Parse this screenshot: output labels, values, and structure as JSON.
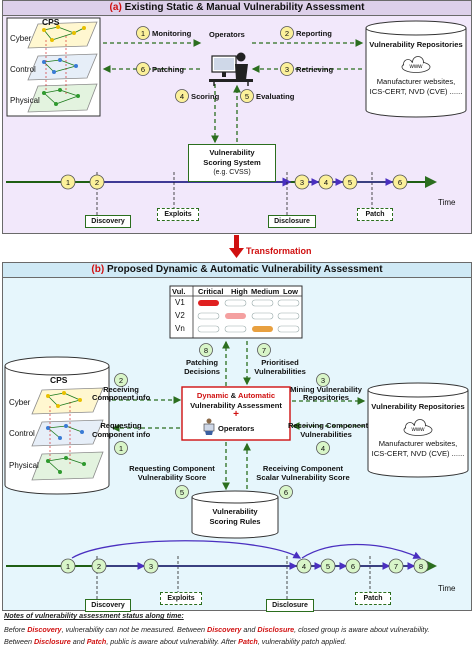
{
  "panel_a": {
    "title_prefix": "(a)",
    "title": "Existing Static & Manual Vulnerability Assessment",
    "cps_label": "CPS",
    "layers": [
      "Cyber",
      "Control",
      "Physical"
    ],
    "operators_label": "Operators",
    "steps": {
      "s1": "1",
      "s2": "2",
      "s3": "3",
      "s4": "4",
      "s5": "5",
      "s6": "6"
    },
    "monitoring": "Monitoring",
    "reporting": "Reporting",
    "patching": "Patching",
    "retrieving": "Retrieving",
    "scoring": "Scoring",
    "evaluating": "Evaluating",
    "repo_title": "Vulnerability Repositories",
    "www": "www",
    "repo_line1": "Manufacturer websites,",
    "repo_line2": "ICS-CERT, NVD (CVE) ......",
    "scoring_title_1": "Vulnerability",
    "scoring_title_2": "Scoring System",
    "scoring_sub": "(e.g. CVSS)",
    "time_label": "Time",
    "discovery": "Discovery",
    "exploits": "Exploits",
    "disclosure": "Disclosure",
    "patch": "Patch"
  },
  "transformation": "Transformation",
  "panel_b": {
    "title_prefix": "(b)",
    "title": "Proposed Dynamic & Automatic Vulnerability Assessment",
    "table": {
      "headers": [
        "Vul.",
        "Critical",
        "High",
        "Medium",
        "Low"
      ],
      "rows": [
        "V1",
        "V2",
        "Vn"
      ]
    },
    "cps_label": "CPS",
    "layers": [
      "Cyber",
      "Control",
      "Physical"
    ],
    "steps": {
      "s1": "1",
      "s2": "2",
      "s3": "3",
      "s4": "4",
      "s5": "5",
      "s6": "6",
      "s7": "7",
      "s8": "8"
    },
    "receiving_component_1": "Receiving",
    "receiving_component_2": "Component info",
    "requesting_component_1": "Requesting",
    "requesting_component_2": "Component info",
    "mining_1": "Mining Vulnerability",
    "mining_2": "Repositories",
    "receiving_vuln_1": "Receiving Component",
    "receiving_vuln_2": "Vulnerabilities",
    "patching_decisions_1": "Patching",
    "patching_decisions_2": "Decisions",
    "prioritised_1": "Prioritised",
    "prioritised_2": "Vulnerabilities",
    "center_dynamic": "Dynamic",
    "center_amp": "&",
    "center_automatic": "Automatic",
    "center_line2": "Vulnerability Assessment",
    "center_plus": "+",
    "center_operators": "Operators",
    "req_score_1": "Requesting Component",
    "req_score_2": "Vulnerability Score",
    "rec_score_1": "Receiving Component",
    "rec_score_2": "Scalar Vulnerability Score",
    "rules_1": "Vulnerability",
    "rules_2": "Scoring Rules",
    "repo_title": "Vulnerability Repositories",
    "www": "www",
    "repo_line1": "Manufacturer websites,",
    "repo_line2": "ICS-CERT, NVD (CVE) ......",
    "time_label": "Time",
    "discovery": "Discovery",
    "exploits": "Exploits",
    "disclosure": "Disclosure",
    "patch": "Patch"
  },
  "notes": {
    "header": "Notes of vulnerability assessment status along time:",
    "l1_a": "Before ",
    "l1_b": "Discovery",
    "l1_c": ", vulnerability can not be measured. Between ",
    "l1_d": "Discovery",
    "l1_e": " and ",
    "l1_f": "Disclosure",
    "l1_g": ", closed group is aware about vulnerability.",
    "l2_a": "Between ",
    "l2_b": "Disclosure",
    "l2_c": " and ",
    "l2_d": "Patch",
    "l2_e": ", public is aware about vulnerability. After ",
    "l2_f": "Patch",
    "l2_g": ", vulnerability patch applied."
  }
}
